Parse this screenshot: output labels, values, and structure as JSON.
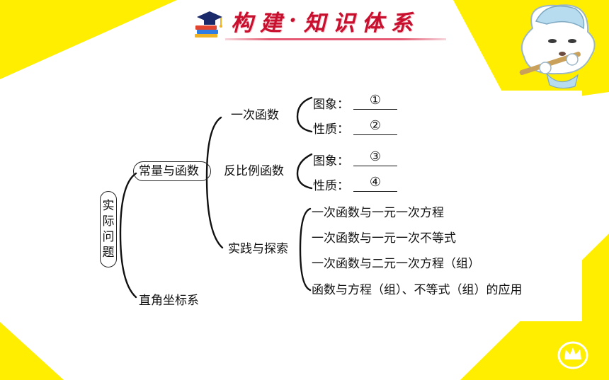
{
  "header": {
    "title_chars": [
      "构",
      "建",
      "·",
      "知",
      "识",
      "体",
      "系"
    ]
  },
  "colors": {
    "yellow": "#ffee00",
    "title_red": "#c8102e",
    "panel": "#ffffff"
  },
  "icons": {
    "header_icon": "graduation-cap-books-icon",
    "mascot": "cartoon-animal-playing-flute",
    "corner_badge": "crown-emblem-icon"
  },
  "diagram": {
    "root": [
      "实",
      "际",
      "问",
      "题"
    ],
    "level1": {
      "quantity_function": "常量与函数",
      "coordinate_system": "直角坐标系"
    },
    "level2": {
      "linear_function": "一次函数",
      "inverse_function": "反比例函数",
      "practice": "实践与探索"
    },
    "level3": {
      "linear_image": "图象：",
      "linear_image_blank": "①",
      "linear_property": "性质：",
      "linear_property_blank": "②",
      "inverse_image": "图象：",
      "inverse_image_blank": "③",
      "inverse_property": "性质：",
      "inverse_property_blank": "④",
      "practice_items": [
        "一次函数与一元一次方程",
        "一次函数与一元一次不等式",
        "一次函数与二元一次方程（组）",
        "函数与方程（组）、不等式（组）的应用"
      ]
    }
  }
}
